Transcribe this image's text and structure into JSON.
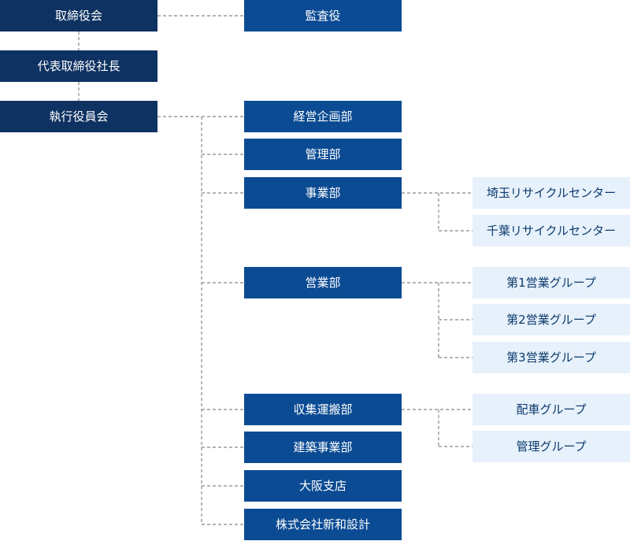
{
  "org": {
    "board": "取締役会",
    "auditor": "監査役",
    "president": "代表取締役社長",
    "exec_committee": "執行役員会",
    "departments": {
      "planning": "経営企画部",
      "admin": "管理部",
      "business": "事業部",
      "sales": "営業部",
      "collection": "収集運搬部",
      "construction": "建築事業部",
      "osaka": "大阪支店",
      "shinwa": "株式会社新和設計"
    },
    "business_units": {
      "saitama": "埼玉リサイクルセンター",
      "chiba": "千葉リサイクルセンター"
    },
    "sales_groups": {
      "g1": "第1営業グループ",
      "g2": "第2営業グループ",
      "g3": "第3営業グループ"
    },
    "collection_groups": {
      "dispatch": "配車グループ",
      "management": "管理グループ"
    }
  },
  "colors": {
    "dark": "#0e3262",
    "mid": "#0b4b93",
    "light": "#e6f1fb",
    "line": "#999999"
  }
}
